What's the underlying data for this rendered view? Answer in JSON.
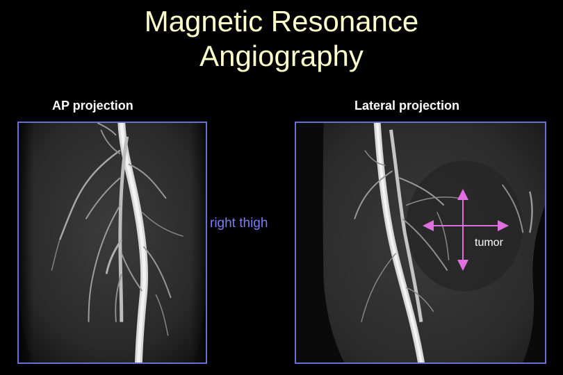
{
  "slide": {
    "title_line1": "Magnetic Resonance",
    "title_line2": "Angiography"
  },
  "panels": {
    "left_caption": "AP projection",
    "right_caption": "Lateral projection"
  },
  "annotations": {
    "thigh": "right thigh",
    "tumor": "tumor"
  },
  "colors": {
    "title": "#ffffcc",
    "panel_border": "#6b70d6",
    "thigh_label": "#7a80f0",
    "tumor_marker": "#e070e0"
  }
}
